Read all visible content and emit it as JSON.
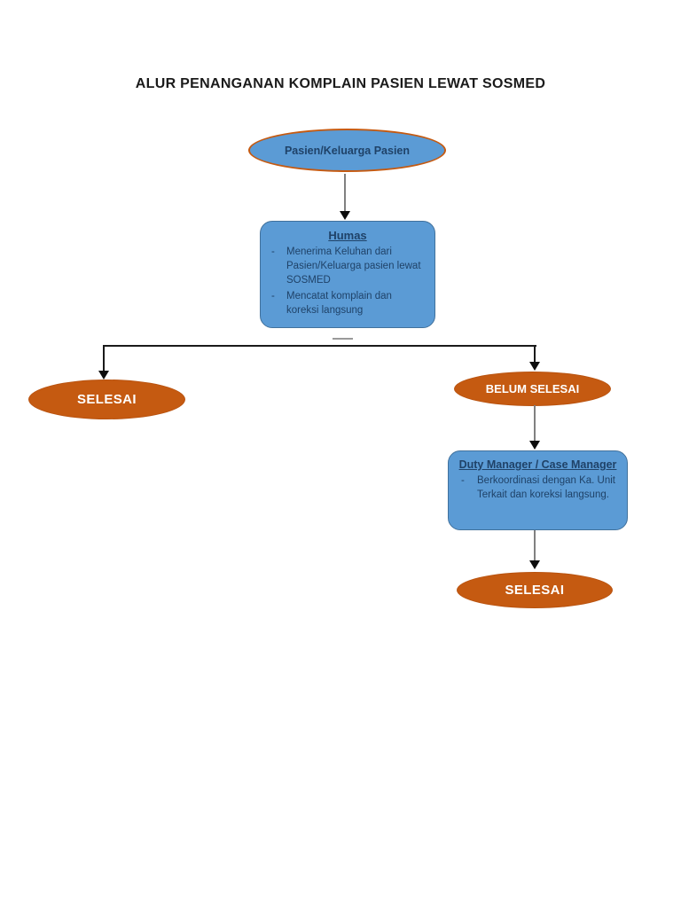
{
  "page": {
    "title": "ALUR PENANGANAN KOMPLAIN PASIEN LEWAT SOSMED"
  },
  "colors": {
    "shape_blue_fill": "#5B9BD5",
    "shape_blue_border": "#41719C",
    "shape_orange_fill": "#C55A11",
    "node_text_navy": "#1F4268",
    "outcome_text": "#ffffff",
    "connector_gray": "#808080",
    "connector_black": "#1a1a1a"
  },
  "list_marker": "-",
  "flowchart": {
    "start": {
      "label": "Pasien/Keluarga Pasien"
    },
    "humas": {
      "title": "Humas",
      "items": [
        "Menerima Keluhan dari Pasien/Keluarga pasien lewat SOSMED",
        "Mencatat komplain dan koreksi langsung"
      ]
    },
    "left_outcome": {
      "label": "SELESAI"
    },
    "right_outcome": {
      "label": "BELUM SELESAI"
    },
    "duty_manager": {
      "title": "Duty Manager / Case Manager",
      "items": [
        "Berkoordinasi dengan Ka. Unit Terkait dan koreksi langsung."
      ]
    },
    "final_outcome": {
      "label": "SELESAI"
    }
  }
}
